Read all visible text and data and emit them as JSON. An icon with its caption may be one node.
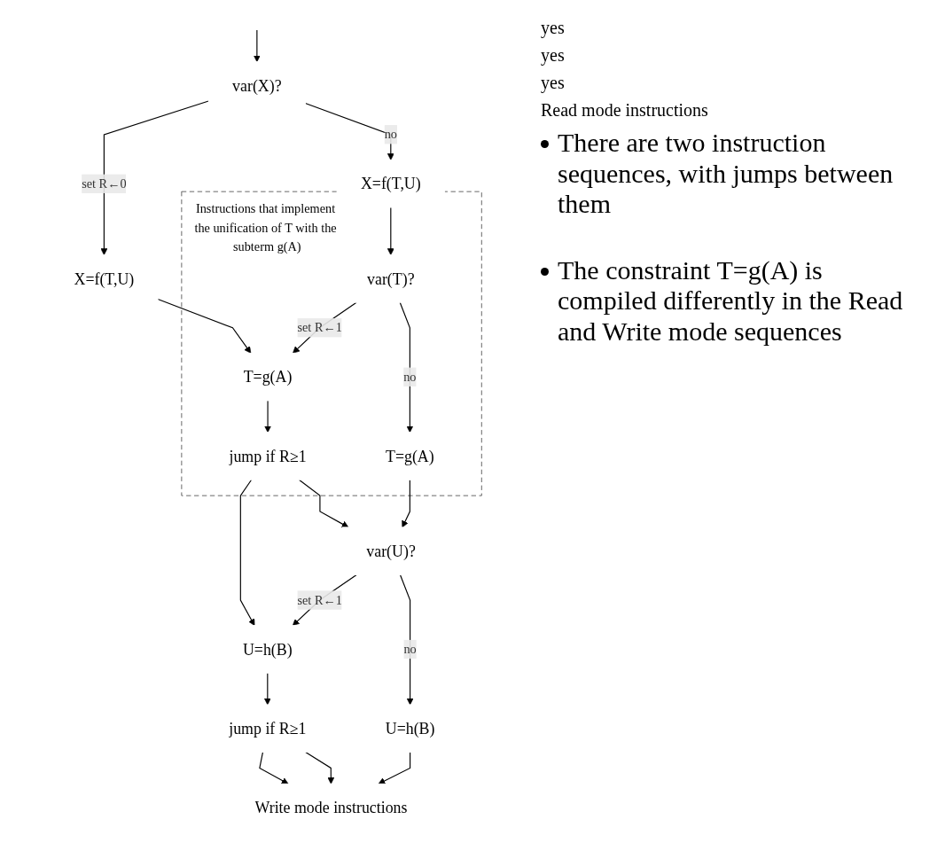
{
  "diagram": {
    "nodes": [
      {
        "text": [
          "var(X)?"
        ]
      },
      {
        "text": [
          "X=f(T,U)"
        ]
      },
      {
        "text": [
          "X=f(T,U)"
        ]
      },
      {
        "text": [
          "Instructions that implement the unification of T with the subterm g(A)"
        ]
      },
      {
        "text": [
          "var(T)?"
        ],
        "in": 3
      },
      {
        "text": [
          "T=g(A)"
        ],
        "in": 3
      },
      {
        "text": [
          "T=g(A)"
        ],
        "in": 3
      },
      {
        "text": [
          "jump if R≥1"
        ],
        "in": 3
      },
      {
        "text": [
          "var(U)?"
        ]
      },
      {
        "text": [
          "U=h(B)"
        ]
      },
      {
        "text": [
          "U=h(B)"
        ]
      },
      {
        "text": [
          "jump if R≥1"
        ]
      },
      {
        "text": [
          "Write mode instructions"
        ]
      }
    ],
    "edges": [
      {
        "from": null,
        "to": 0,
        "arrow": "to"
      },
      {
        "from": 0,
        "to": 1,
        "arrow": "to",
        "label": "no"
      },
      {
        "from": 0,
        "to": 2,
        "arrow": "to",
        "label": "set R←0"
      },
      {
        "from": 1,
        "to": 4,
        "arrow": "to"
      },
      {
        "from": 2,
        "to": 6,
        "arrow": "to"
      },
      {
        "from": 4,
        "to": 6,
        "arrow": "to",
        "label": "set R←1"
      },
      {
        "from": 4,
        "to": 5,
        "arrow": "to",
        "label": "no"
      },
      {
        "from": 6,
        "to": 7,
        "arrow": "to"
      },
      {
        "from": 7,
        "to": 8,
        "arrow": "to"
      },
      {
        "from": 5,
        "to": 8,
        "arrow": "to"
      },
      {
        "from": 7,
        "to": 10,
        "arrow": "to"
      },
      {
        "from": 8,
        "to": 10,
        "arrow": "to",
        "label": "set R←1"
      },
      {
        "from": 8,
        "to": 9,
        "arrow": "to",
        "label": "no"
      },
      {
        "from": 10,
        "to": 11,
        "arrow": "to"
      },
      {
        "from": 11,
        "to": 12,
        "arrow": "to"
      },
      {
        "from": 11,
        "to": 12,
        "arrow": "to"
      },
      {
        "from": 9,
        "to": 12,
        "arrow": "to"
      }
    ],
    "labels": [
      "yes",
      "yes",
      "yes",
      "Read mode instructions",
      "There are two instruction sequences, with jumps between them",
      "The constraint T=g(A) is compiled differently in the Read and Write mode sequences"
    ]
  }
}
